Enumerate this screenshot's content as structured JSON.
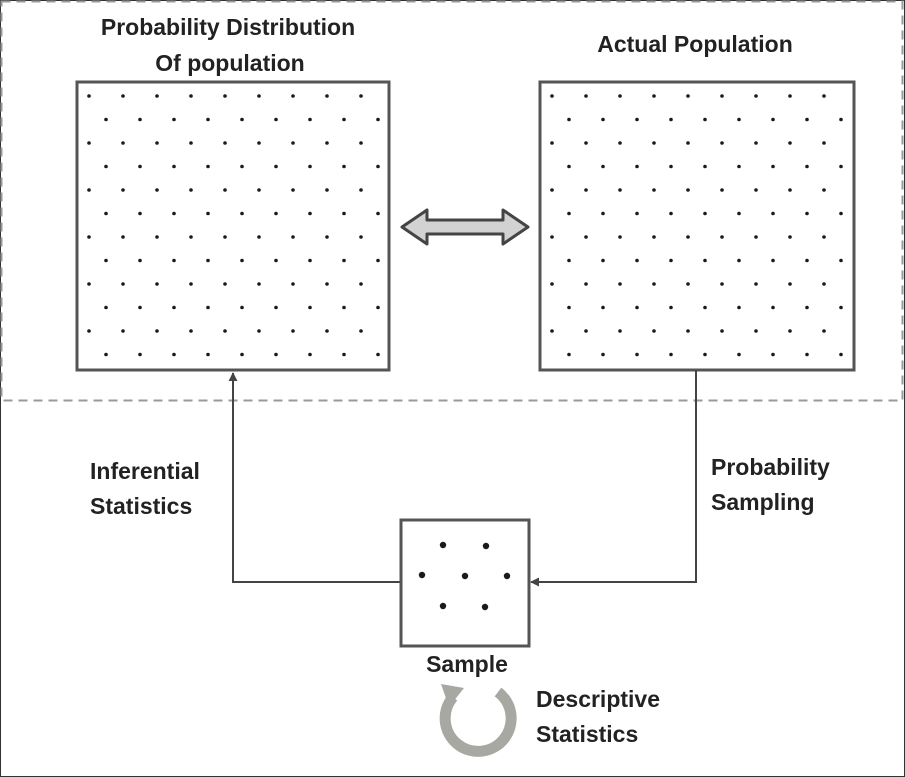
{
  "titles": {
    "left_line1": "Probability Distribution",
    "left_line2": "Of population",
    "right": "Actual Population"
  },
  "labels": {
    "inferential_line1": "Inferential",
    "inferential_line2": "Statistics",
    "sampling_line1": "Probability",
    "sampling_line2": "Sampling",
    "sample": "Sample",
    "descriptive_line1": "Descriptive",
    "descriptive_line2": "Statistics"
  },
  "colors": {
    "box_border": "#555555",
    "connector": "#444444",
    "dashed_region": "#9a9a9a",
    "double_arrow_fill": "#d2d2d2",
    "cycle_arrow": "#a8a8a2",
    "dots": "#1a1a1a",
    "text": "#222222"
  },
  "icons": {
    "population_link": "double-headed-arrow-icon",
    "descriptive_cycle": "circular-arrow-icon"
  }
}
